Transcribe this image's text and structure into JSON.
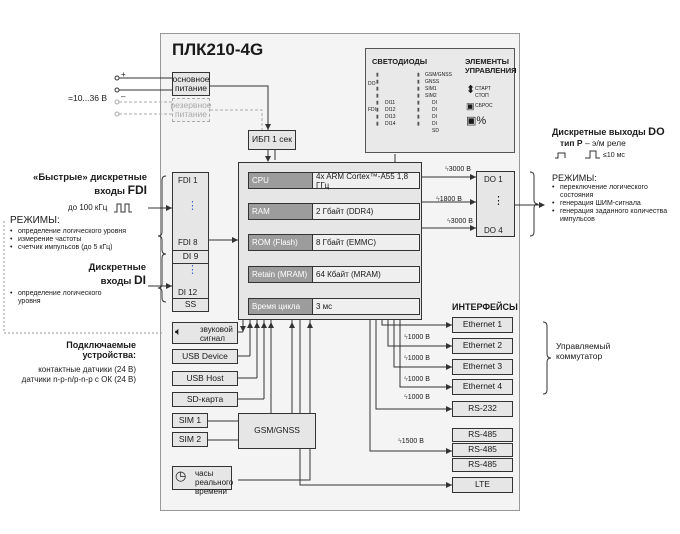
{
  "title": "ПЛК210-4G",
  "power": {
    "voltage": "=10...36 В",
    "main": "основное питание",
    "reserve": "резервное питание",
    "ups": "ИБП 1 сек",
    "plus": "+",
    "minus": "–"
  },
  "cpu_rows": [
    {
      "key": "CPU",
      "value": "4x ARM Cortex™-A55 1,8 ГГц"
    },
    {
      "key": "RAM",
      "value": "2 Гбайт (DDR4)"
    },
    {
      "key": "ROM (Flash)",
      "value": "8 Гбайт (EMMC)"
    },
    {
      "key": "Retain (MRAM)",
      "value": "64 Кбайт (MRAM)"
    },
    {
      "key": "Время цикла",
      "value": "3 мс"
    }
  ],
  "inputs": {
    "fdi1": "FDI 1",
    "dots": "⋮",
    "fdi8": "FDI 8",
    "di9": "DI 9",
    "di12": "DI 12",
    "ss": "SS"
  },
  "fdi_text": {
    "title_a": "«Быстрые» дискретные",
    "title_b": "входы",
    "title_code": "FDI",
    "freq": "до 100 кГц",
    "modes": "РЕЖИМЫ:",
    "mode_items": [
      "определение логического уровня",
      "измерение частоты",
      "счетчик импульсов (до 5 кГц)"
    ]
  },
  "di_text": {
    "title_a": "Дискретные",
    "title_b": "входы",
    "title_code": "DI",
    "mode_items": [
      "определение логического уровня"
    ]
  },
  "devices": {
    "title_a": "Подключаемые",
    "title_b": "устройства:",
    "line1": "контактные датчики (24 В)",
    "line2": "датчики n-p-n/p-n-p с ОК (24 В)"
  },
  "left_boxes": {
    "sound": "звуковой сигнал",
    "usb_device": "USB Device",
    "usb_host": "USB Host",
    "sd": "SD-карта",
    "sim1": "SIM 1",
    "sim2": "SIM 2",
    "gsm": "GSM/GNSS",
    "clock": "часы реального времени"
  },
  "leds": {
    "title": "СВЕТОДИОДЫ",
    "do_label": "DO",
    "fdi_label": "FDI",
    "col2": [
      "GSM/GNSS",
      "GNSS",
      "SIM1",
      "SIM2"
    ],
    "col1": [
      "DI11",
      "DI12",
      "DI13",
      "DI14"
    ],
    "col3": [
      "DI",
      "DI",
      "DI",
      "DI",
      "SD"
    ]
  },
  "controls": {
    "title": "ЭЛЕМЕНТЫ УПРАВЛЕНИЯ",
    "startstop_a": "СТАРТ",
    "startstop_b": "СТОП",
    "reset": "СБРОС"
  },
  "outputs": {
    "do1": "DO 1",
    "dots": "⋮",
    "do4": "DO 4",
    "iso1": "3000 В",
    "iso2": "1800 В",
    "iso3": "3000 В",
    "title_a": "Дискретные выходы",
    "title_code": "DO",
    "type_a": "тип",
    "type_code": "Р",
    "type_b": "– э/м реле",
    "pulse": "≤10 мс",
    "modes": "РЕЖИМЫ:",
    "mode_items": [
      "переключение логического состояния",
      "генерация ШИМ-сигнала",
      "генерация заданного количества импульсов"
    ]
  },
  "interfaces": {
    "title": "ИНТЕРФЕЙСЫ",
    "eth": [
      "Ethernet 1",
      "Ethernet 2",
      "Ethernet 3",
      "Ethernet 4"
    ],
    "iso_eth": "1000 В",
    "rs232": "RS-232",
    "rs485": [
      "RS-485",
      "RS-485",
      "RS-485"
    ],
    "iso_rs485": "1500 В",
    "lte": "LTE",
    "switch_a": "Управляемый",
    "switch_b": "коммутатор"
  },
  "colors": {
    "box_fill": "#e6e6e6",
    "panel_fill": "#f1f1f1",
    "dark_fill": "#9c9c9c",
    "line": "#333333"
  }
}
